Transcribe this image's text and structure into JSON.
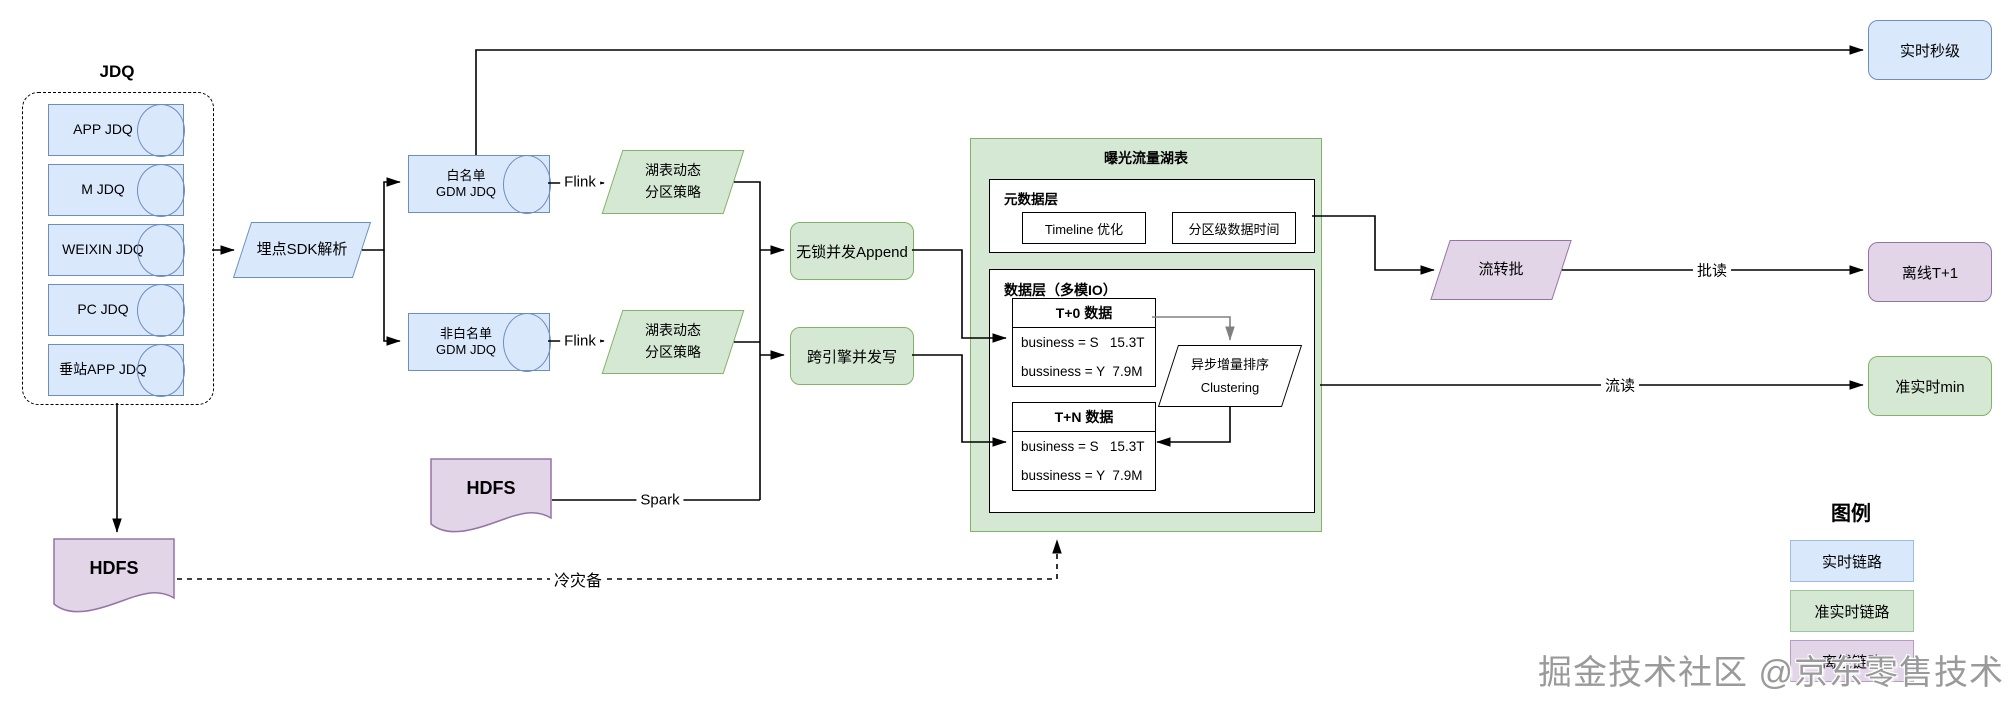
{
  "colors": {
    "blue_fill": "#dae8fc",
    "blue_stroke": "#6c8ebf",
    "green_fill": "#d5e8d4",
    "green_stroke": "#82b366",
    "purple_fill": "#e1d5e7",
    "purple_stroke": "#9673a6",
    "edge": "#000000",
    "edge_gray": "#808080"
  },
  "jdq": {
    "title": "JDQ",
    "cylinders": [
      "APP JDQ",
      "M JDQ",
      "WEIXIN JDQ",
      "PC JDQ",
      "垂站APP JDQ"
    ]
  },
  "nodes": {
    "sdk_parser": "埋点SDK解析",
    "whitelist_l1": "白名单",
    "whitelist_l2": "GDM JDQ",
    "non_whitelist_l1": "非白名单",
    "non_whitelist_l2": "GDM JDQ",
    "lake_policy_top_l1": "湖表动态",
    "lake_policy_top_l2": "分区策略",
    "lake_policy_bottom_l1": "湖表动态",
    "lake_policy_bottom_l2": "分区策略",
    "lockfree_append": "无锁并发Append",
    "cross_engine_write": "跨引擎并发写",
    "stream_to_batch": "流转批",
    "realtime_sec": "实时秒级",
    "offline_t1": "离线T+1",
    "near_realtime_min": "准实时min",
    "hdfs_mid": "HDFS",
    "hdfs_left": "HDFS"
  },
  "lake_table": {
    "title": "曝光流量湖表",
    "meta_layer": {
      "label": "元数据层",
      "timeline": "Timeline 优化",
      "partition_time": "分区级数据时间"
    },
    "data_layer": {
      "label": "数据层（多模IO）",
      "t0": {
        "header": "T+0 数据",
        "rows": [
          "business = S   15.3T",
          "bussiness = Y  7.9M"
        ]
      },
      "tn": {
        "header": "T+N 数据",
        "rows": [
          "business = S   15.3T",
          "bussiness = Y  7.9M"
        ]
      },
      "clustering_l1": "异步增量排序",
      "clustering_l2": "Clustering"
    }
  },
  "edge_labels": {
    "flink_top": "Flink",
    "flink_bottom": "Flink",
    "spark": "Spark",
    "cold_backup": "冷灾备",
    "batch_read": "批读",
    "stream_read": "流读"
  },
  "legend": {
    "title": "图例",
    "items": [
      {
        "label": "实时链路",
        "color": "#dae8fc"
      },
      {
        "label": "准实时链路",
        "color": "#d5e8d4"
      },
      {
        "label": "离线链路",
        "color": "#e1d5e7"
      }
    ]
  },
  "watermark": "掘金技术社区 @京东零售技术"
}
